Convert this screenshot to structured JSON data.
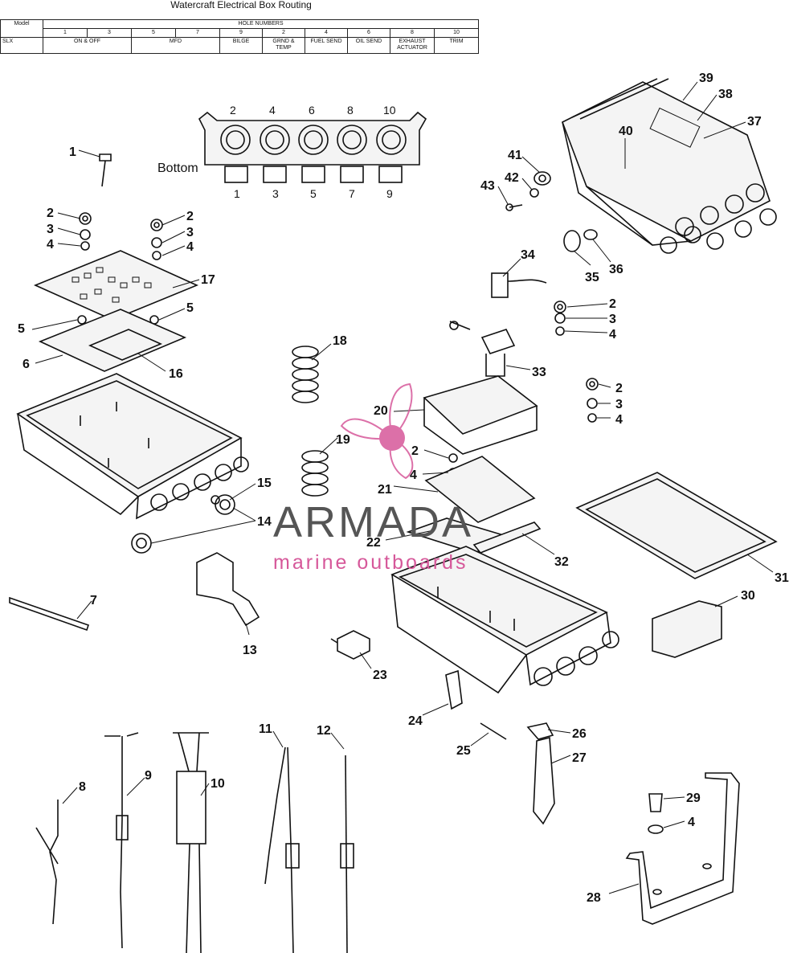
{
  "title": "Watercraft Electrical Box Routing",
  "table": {
    "model_header": "Model",
    "hole_numbers_header": "HOLE NUMBERS",
    "hole_columns": [
      "1",
      "3",
      "5",
      "7",
      "9",
      "2",
      "4",
      "6",
      "8",
      "10"
    ],
    "row_model": "SLX",
    "row_cells": [
      "ON & OFF",
      "MFD",
      "BILGE",
      "GRND & TEMP",
      "FUEL SEND",
      "OIL SEND",
      "EXHAUST ACTUATOR",
      "TRIM"
    ]
  },
  "bottom_view": {
    "label": "Bottom",
    "top_holes": [
      "2",
      "4",
      "6",
      "8",
      "10"
    ],
    "bottom_holes": [
      "1",
      "3",
      "5",
      "7",
      "9"
    ]
  },
  "callouts": {
    "c1": "1",
    "c2a": "2",
    "c3a": "3",
    "c4a": "4",
    "c2b": "2",
    "c3b": "3",
    "c4b": "4",
    "c17": "17",
    "c5a": "5",
    "c5b": "5",
    "c6": "6",
    "c16": "16",
    "c18": "18",
    "c15": "15",
    "c14": "14",
    "c7": "7",
    "c13": "13",
    "c39": "39",
    "c38": "38",
    "c37": "37",
    "c40": "40",
    "c41": "41",
    "c42": "42",
    "c43": "43",
    "c35": "35",
    "c36": "36",
    "c34": "34",
    "c2c": "2",
    "c3c": "3",
    "c4c": "4",
    "c33": "33",
    "c2d": "2",
    "c3d": "3",
    "c4d": "4",
    "c20": "20",
    "c19": "19",
    "c2e": "2",
    "c4e": "4",
    "c21": "21",
    "c22": "22",
    "c32": "32",
    "c31": "31",
    "c30": "30",
    "c23": "23",
    "c24": "24",
    "c25": "25",
    "c26": "26",
    "c27": "27",
    "c8": "8",
    "c9": "9",
    "c10": "10",
    "c11": "11",
    "c12": "12",
    "c29": "29",
    "c4f": "4",
    "c28": "28"
  },
  "watermark": {
    "brand": "ARMADA",
    "tagline": "marine outboards",
    "color_pink": "#d6589a",
    "color_gray": "#555555"
  }
}
